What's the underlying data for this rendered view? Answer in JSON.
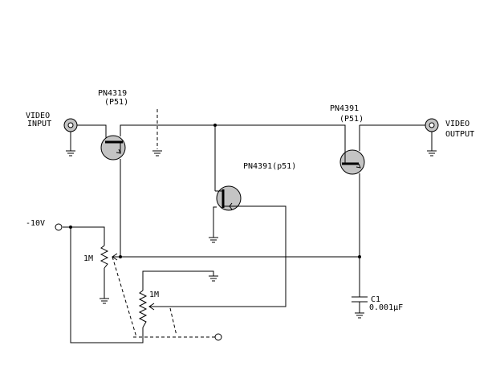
{
  "labels": {
    "video_input_line1": "VIDEO",
    "video_input_line2": "INPUT",
    "video_output_line1": "VIDEO",
    "video_output_line2": "OUTPUT",
    "q1_part": "PN4319",
    "q1_page": "(P51)",
    "q3_part": "PN4391",
    "q3_page": "(P51)",
    "q2_part": "PN4391(p51)",
    "supply": "-10V",
    "pot1_value": "1M",
    "pot2_value": "1M",
    "cap_name": "C1",
    "cap_value": "0.001µF"
  }
}
